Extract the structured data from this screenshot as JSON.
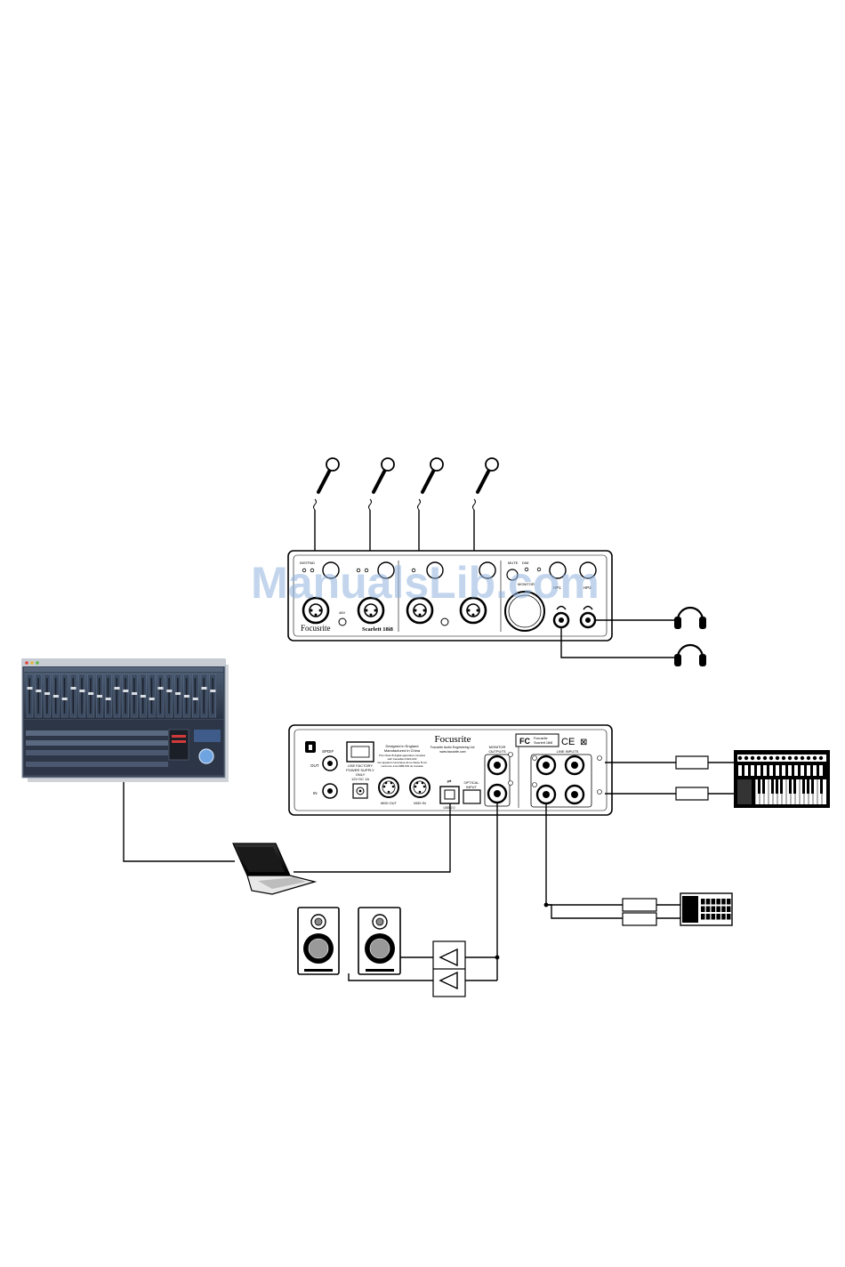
{
  "watermark": "ManualsLib.com",
  "front_panel": {
    "brand": "Focusrite",
    "model": "Scarlett 18i8",
    "labels": [
      "INST",
      "PAD",
      "48V",
      "MONITOR",
      "MUTE",
      "DIM",
      "HP1",
      "HP2"
    ]
  },
  "rear_panel": {
    "brand": "Focusrite",
    "spdif": "SPDIF",
    "spdif_out": "OUT",
    "spdif_in": "IN",
    "power_note": [
      "USE FACTORY",
      "POWER SUPPLY",
      "ONLY",
      "12V DC 1A"
    ],
    "designed": [
      "Designed in England",
      "Manufactured in China"
    ],
    "compliance": [
      "This Class B digital apparatus complies",
      "with Canadian ICES-003",
      "Cet appareil numérique de la classe B est",
      "conforme à la NMB-003 du Canada"
    ],
    "company": [
      "Focusrite Audio Engineering Ltd.",
      "www.focusrite.com"
    ],
    "midi_out": "MIDI OUT",
    "midi_in": "MIDI IN",
    "usb": "USB 2.0",
    "optical": [
      "OPTICAL",
      "INPUT"
    ],
    "monitor_outputs": [
      "MONITOR",
      "OUTPUTS"
    ],
    "line_inputs": "LINE INPUTS",
    "fcc_model": [
      "Focusrite",
      "Scarlett 18i8"
    ],
    "ce": "CE"
  },
  "connections": [
    "microphones-to-mic-inputs",
    "headphones-to-hp-outputs",
    "computer-to-usb",
    "monitor-outputs-to-amplified-speakers",
    "keyboard-synth-to-line-inputs",
    "drum-machine-to-line-inputs"
  ]
}
